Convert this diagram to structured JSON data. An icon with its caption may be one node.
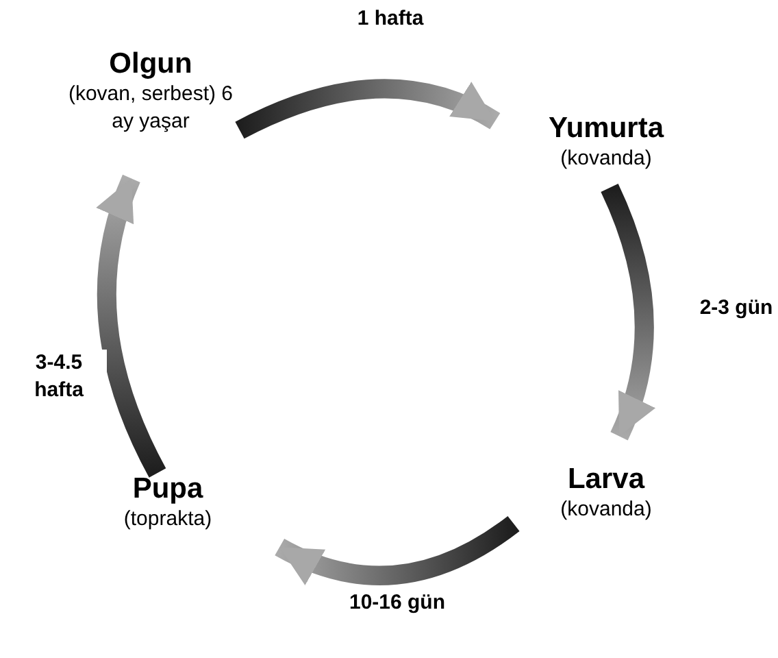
{
  "diagram": {
    "nodes": [
      {
        "text": [
          "Olgun",
          "(kovan, serbest) 6 ay yaşar"
        ]
      },
      {
        "text": [
          "Yumurta",
          "(kovanda)"
        ]
      },
      {
        "text": [
          "Larva",
          "(kovanda)"
        ]
      },
      {
        "text": [
          "Pupa",
          "(toprakta)"
        ]
      }
    ],
    "edges": [
      {
        "from": 0,
        "to": 1,
        "arrow": "to",
        "label": "1 hafta",
        "style": "thick"
      },
      {
        "from": 1,
        "to": 2,
        "arrow": "to",
        "label": "2-3 gün",
        "style": "thick"
      },
      {
        "from": 2,
        "to": 3,
        "arrow": "to",
        "label": "10-16 gün",
        "style": "thick"
      },
      {
        "from": 3,
        "to": 0,
        "arrow": "to",
        "label": "3-4.5 hafta",
        "style": "thick"
      }
    ]
  }
}
